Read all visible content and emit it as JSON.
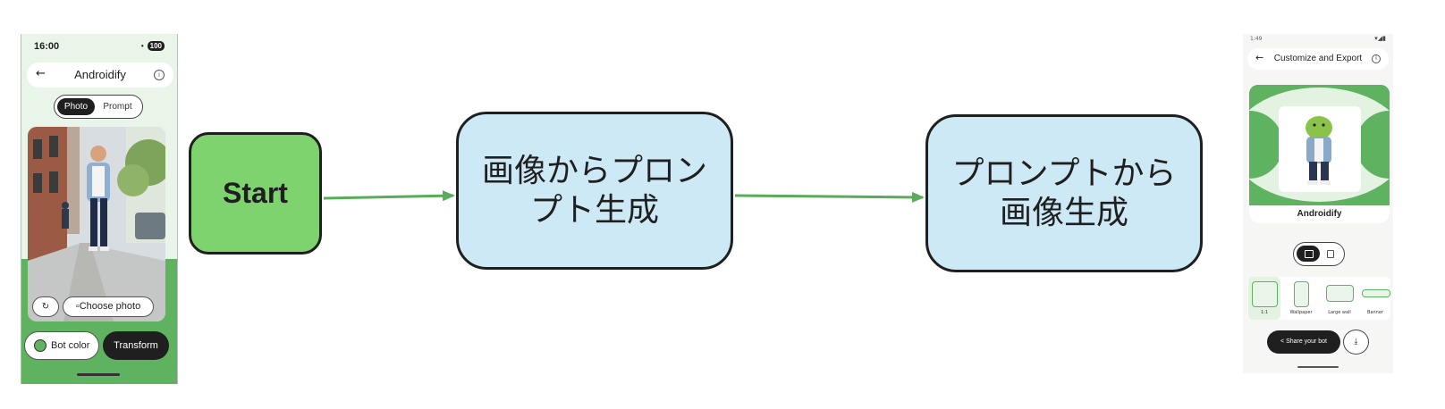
{
  "left_phone": {
    "status_time": "16:00",
    "battery": "100",
    "title": "Androidify",
    "tabs": [
      "Photo",
      "Prompt"
    ],
    "choose_photo_label": "Choose photo",
    "bot_color_label": "Bot color",
    "transform_label": "Transform",
    "accent_color": "#5fb25f"
  },
  "flow": {
    "start": "Start",
    "step1_line1": "画像からプロン",
    "step1_line2": "プト生成",
    "step2_line1": "プロンプトから",
    "step2_line2": "画像生成",
    "arrow_color": "#5aab5a"
  },
  "right_phone": {
    "status_time": "1:49",
    "title": "Customize and Export",
    "card_caption": "Androidify",
    "formats": [
      "1:1",
      "Wallpaper",
      "Large wall",
      "Banner"
    ],
    "share_label": "Share your bot"
  }
}
